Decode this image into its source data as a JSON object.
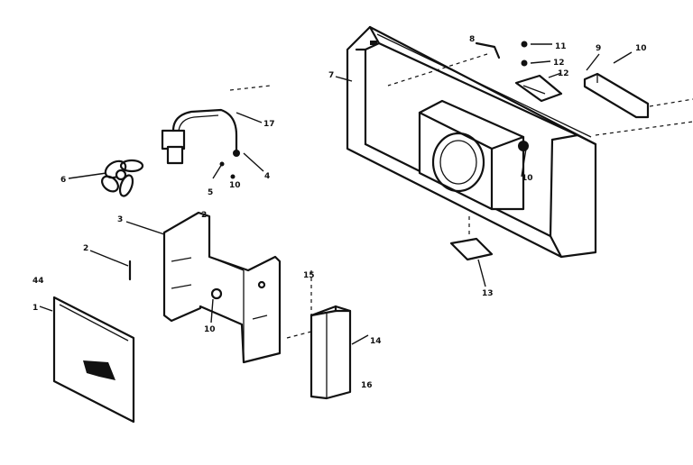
{
  "callouts": {
    "c1": "1",
    "c2a": "2",
    "c2b": "2",
    "c3": "3",
    "c4": "4",
    "c5": "5",
    "c6": "6",
    "c7": "7",
    "c8": "8",
    "c9": "9",
    "c10a": "10",
    "c10b": "10",
    "c10c": "10",
    "c10d": "10",
    "c11": "11",
    "c12a": "12",
    "c12b": "12",
    "c13": "13",
    "c14": "14",
    "c15": "15",
    "c16": "16",
    "c17": "17",
    "c44": "44"
  }
}
